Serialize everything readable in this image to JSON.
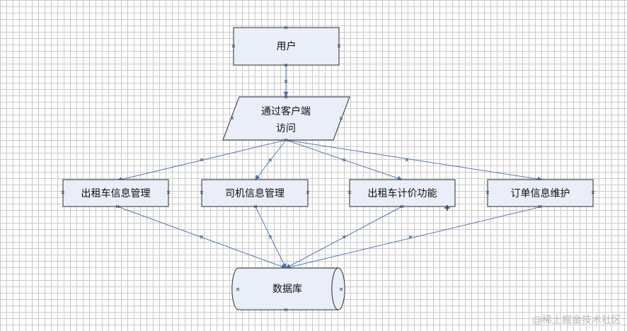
{
  "nodes": {
    "user": "用户",
    "access_line1": "通过客户端",
    "access_line2": "访问",
    "taxi_info": "出租车信息管理",
    "driver_info": "司机信息管理",
    "taxi_billing": "出租车计价功能",
    "order_maint": "订单信息维护",
    "database": "数据库"
  },
  "colors": {
    "box_fill": "#e9eef8",
    "box_stroke": "#2b2b2b",
    "connector": "#5878b0",
    "grid": "#c9c9c9"
  },
  "watermark": "@稀土掘金技术社区"
}
